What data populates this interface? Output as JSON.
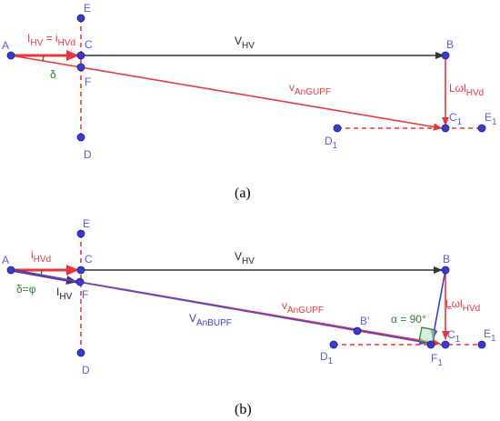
{
  "panel_a": {
    "caption": "(a)",
    "points": {
      "A": "A",
      "B": "B",
      "C": "C",
      "D": "D",
      "E": "E",
      "F": "F",
      "C1": "C",
      "C1sub": "1",
      "D1": "D",
      "D1sub": "1",
      "E1": "E",
      "E1sub": "1"
    },
    "labels": {
      "i_eq": "I",
      "i_eq_sub1": "HV",
      "i_eq_mid": " = i",
      "i_eq_sub2": "HVd",
      "delta": "δ",
      "v_hv": "V",
      "v_hv_sub": "HV",
      "v_angupf": "v",
      "v_angupf_sub": "AnGUPF",
      "lwi": "Lωl",
      "lwi_sub": "HVd"
    }
  },
  "panel_b": {
    "caption": "(b)",
    "points": {
      "A": "A",
      "B": "B",
      "Bp": "B'",
      "C": "C",
      "D": "D",
      "E": "E",
      "F": "F",
      "C1": "C",
      "C1sub": "1",
      "D1": "D",
      "D1sub": "1",
      "E1": "E",
      "E1sub": "1",
      "F1": "F",
      "F1sub": "1"
    },
    "labels": {
      "i_hvd": "i",
      "i_hvd_sub": "HVd",
      "delta_phi": "δ=φ",
      "i_hv": "I",
      "i_hv_sub": "HV",
      "v_hv": "V",
      "v_hv_sub": "HV",
      "v_angupf": "v",
      "v_angupf_sub": "AnGUPF",
      "v_anbupf": "V",
      "v_anbupf_sub": "AnBUPF",
      "alpha": "α = 90°",
      "lwi": "L̲ωl",
      "lwi_sub": "HVd"
    }
  },
  "colors": {
    "red": "#e8373a",
    "point": "#3b3bd0",
    "point_label": "#5b5bd6",
    "green": "#2e7d32",
    "black_vector": "#333333",
    "purple": "#6a3fc9",
    "dark_arrow": "#3a2a7a"
  }
}
